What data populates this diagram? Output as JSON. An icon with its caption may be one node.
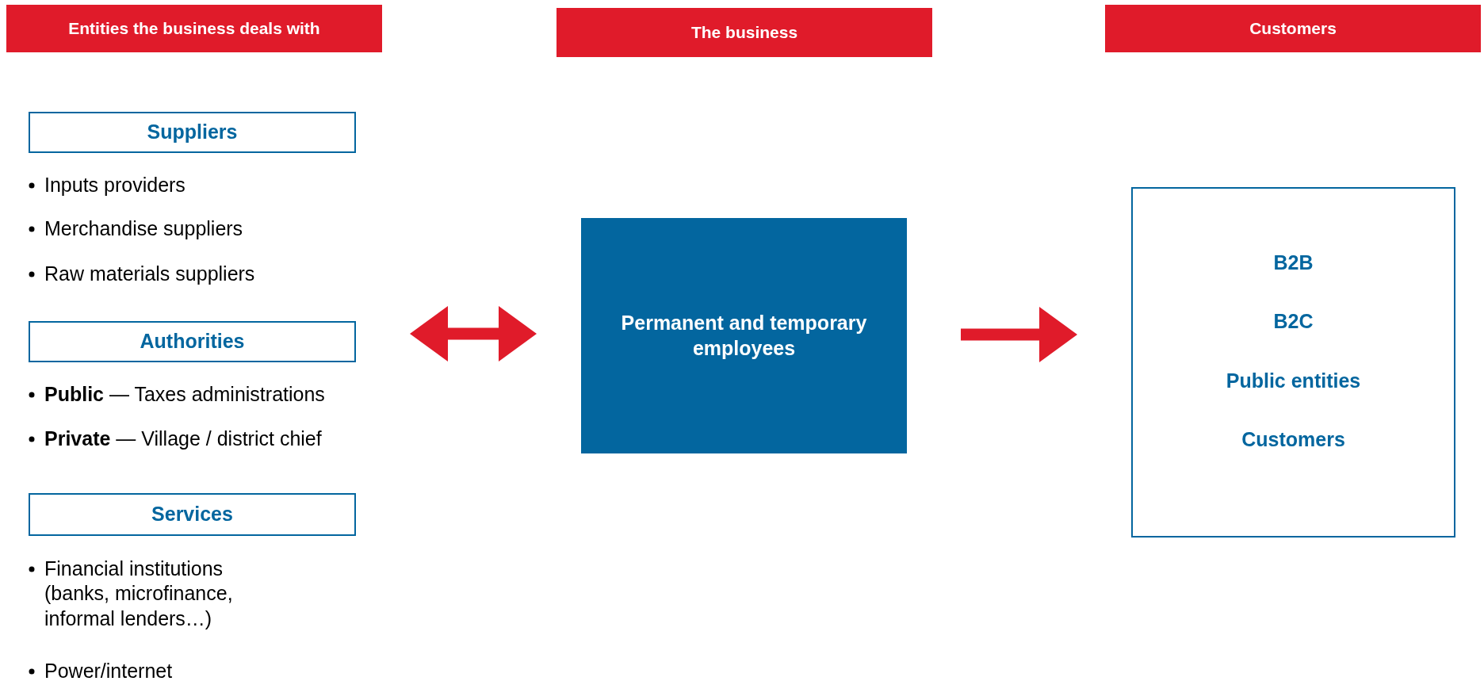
{
  "diagram": {
    "nodes": [
      {
        "text": [
          "Entities the business deals with"
        ]
      },
      {
        "text": [
          "The business"
        ]
      },
      {
        "text": [
          "Customers"
        ]
      },
      {
        "text": [
          "Suppliers"
        ]
      },
      {
        "text": [
          "Authorities"
        ]
      },
      {
        "text": [
          "Services"
        ]
      },
      {
        "text": [
          "Permanent and temporary employees"
        ]
      },
      {
        "text": [
          "B2B",
          "B2C",
          "Public entities",
          "Customers"
        ]
      }
    ],
    "edges": [
      {
        "from": 4,
        "to": 6,
        "arrow": "both"
      },
      {
        "from": 6,
        "to": 7,
        "arrow": "to"
      }
    ],
    "labels": [
      "Inputs providers",
      "Merchandise suppliers",
      "Raw materials suppliers",
      "**Public** — Taxes administrations",
      "**Private** — Village / district chief",
      "Financial institutions (banks, microfinance, informal lenders…)",
      "Power/internet"
    ]
  }
}
